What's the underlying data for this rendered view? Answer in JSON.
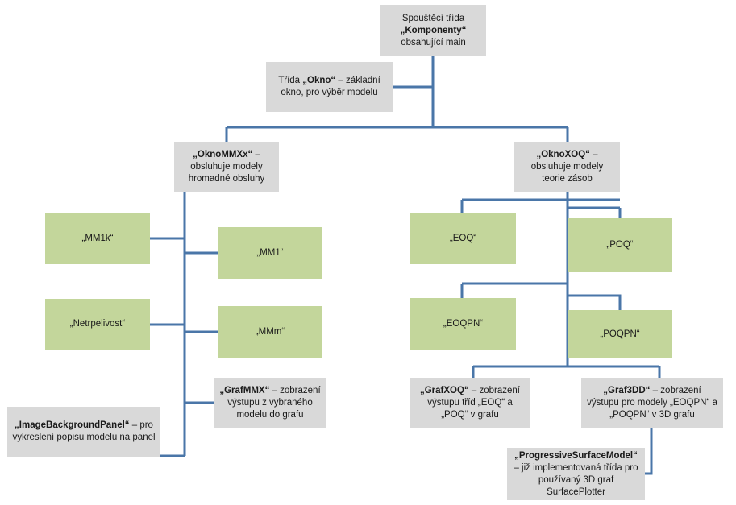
{
  "colors": {
    "line": "#4a76a8",
    "gray_box": "#d9d9d9",
    "green_box": "#c3d69b"
  },
  "nodes": {
    "komponenty": {
      "pre": "Spouštěcí třída",
      "bold": "„Komponenty“",
      "post": "obsahující main"
    },
    "okno": {
      "pre": "Třída ",
      "bold": "„Okno“",
      "post": " – základní okno, pro výběr modelu"
    },
    "oknommxx": {
      "bold": "„OknoMMXx“",
      "post": " – obsluhuje modely hromadné obsluhy"
    },
    "oknoxoq": {
      "bold": "„OknoXOQ“",
      "post": " – obsluhuje modely teorie zásob"
    },
    "mm1k": {
      "label": "„MM1k“"
    },
    "mm1": {
      "label": "„MM1“"
    },
    "netrpelivost": {
      "label": "„Netrpelivost“"
    },
    "mmm": {
      "label": "„MMm“"
    },
    "grafmmx": {
      "bold": "„GrafMMX“",
      "post": " – zobrazení výstupu z vybraného modelu do grafu"
    },
    "imagebg": {
      "bold": "„ImageBackgroundPanel“",
      "post": " – pro vykreslení popisu modelu na panel"
    },
    "eoq": {
      "label": "„EOQ“"
    },
    "poq": {
      "label": "„POQ“"
    },
    "eoqpn": {
      "label": "„EOQPN“"
    },
    "poqpn": {
      "label": "„POQPN“"
    },
    "grafxoq": {
      "bold": "„GrafXOQ“",
      "post": " – zobrazení výstupu tříd „EOQ“ a „POQ“ v grafu"
    },
    "graf3dd": {
      "bold": "„Graf3DD“",
      "post": " – zobrazení výstupu pro modely „EOQPN“ a „POQPN“ v 3D grafu"
    },
    "progressive": {
      "bold": "„ProgressiveSurfaceModel“",
      "post": " – již implementovaná třída pro používaný 3D graf SurfacePlotter"
    }
  }
}
